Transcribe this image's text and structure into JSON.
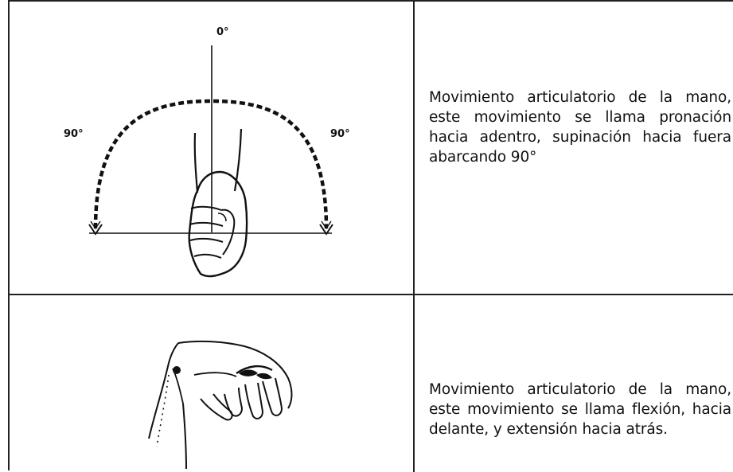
{
  "rows": [
    {
      "illustration": {
        "icon": "hand-pronation-supination-icon",
        "labels": {
          "top": "0°",
          "left": "90°",
          "right": "90°"
        }
      },
      "text": "Movimiento articulatorio de la mano, este movimiento se llama pronación hacia adentro, supinación hacia fuera abarcando 90°"
    },
    {
      "illustration": {
        "icon": "hand-flexion-extension-icon"
      },
      "text": "Movimiento articulatorio de la mano, este movimiento se llama flexión, hacia delante, y extensión hacia atrás."
    }
  ],
  "colors": {
    "ink": "#111111",
    "border": "#222222",
    "background": "#ffffff"
  }
}
